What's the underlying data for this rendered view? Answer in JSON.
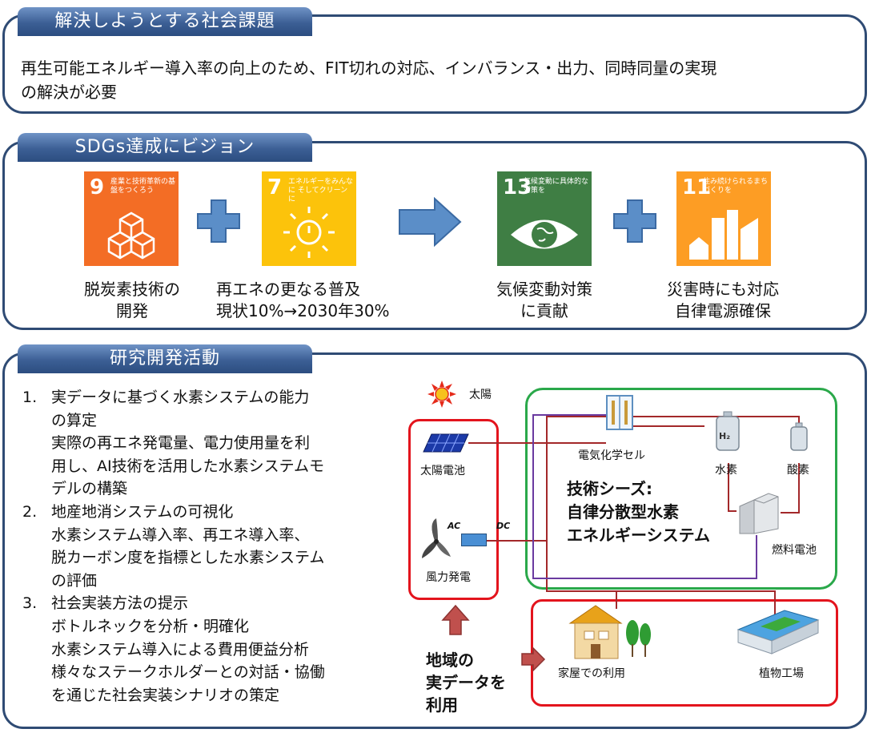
{
  "section1": {
    "tab": "解決しようとする社会課題",
    "text_line1": "再生可能エネルギー導入率の向上のため、FIT切れの対応、インバランス・出力、同時同量の実現",
    "text_line2": "の解決が必要"
  },
  "section2": {
    "tab": "SDGs達成にビジョン",
    "goals": [
      {
        "number": "9",
        "caption": "産業と技術革新の基盤をつくろう",
        "color": "#f36d25",
        "label_line1": "脱炭素技術の",
        "label_line2": "開発"
      },
      {
        "number": "7",
        "caption": "エネルギーをみんなに そしてクリーンに",
        "color": "#fcc30b",
        "label_line1": "再エネの更なる普及",
        "label_line2": "現状10%→2030年30%"
      },
      {
        "number": "13",
        "caption": "気候変動に具体的な対策を",
        "color": "#3f7e44",
        "label_line1": "気候変動対策",
        "label_line2": "に貢献"
      },
      {
        "number": "11",
        "caption": "住み続けられるまちづくりを",
        "color": "#fd9d24",
        "label_line1": "災害時にも対応",
        "label_line2": "自律電源確保"
      }
    ]
  },
  "section3": {
    "tab": "研究開発活動",
    "items": [
      {
        "n": "1.",
        "lines": [
          "実データに基づく水素システムの能力",
          "の算定",
          "実際の再エネ発電量、電力使用量を利",
          "用し、AI技術を活用した水素システムモ",
          "デルの構築"
        ]
      },
      {
        "n": "2.",
        "lines": [
          "地産地消システムの可視化",
          "水素システム導入率、再エネ導入率、",
          "脱カーボン度を指標とした水素システム",
          "の評価"
        ]
      },
      {
        "n": "3.",
        "lines": [
          "社会実装方法の提示",
          "ボトルネックを分析・明確化",
          "水素システム導入による費用便益分析",
          "様々なステークホルダーとの対話・協働",
          "を通じた社会実装シナリオの策定"
        ]
      }
    ],
    "diagram": {
      "sun": "太陽",
      "solar": "太陽電池",
      "wind": "風力発電",
      "ac": "AC",
      "dc": "DC",
      "cell": "電気化学セル",
      "hydrogen": "水素",
      "h2": "H₂",
      "oxygen": "酸素",
      "fuelcell": "燃料電池",
      "seeds_line1": "技術シーズ:",
      "seeds_line2": "自律分散型水素",
      "seeds_line3": "エネルギーシステム",
      "house": "家屋での利用",
      "plant": "植物工場",
      "region_line1": "地域の",
      "region_line2": "実データを",
      "region_line3": "利用"
    }
  }
}
